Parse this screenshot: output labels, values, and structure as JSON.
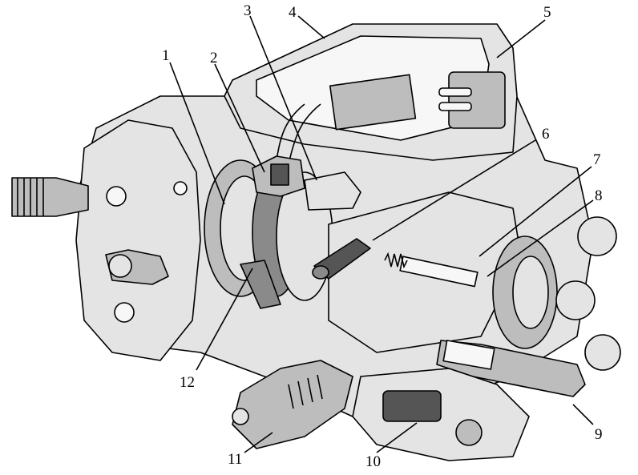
{
  "callouts": [
    {
      "id": "1",
      "text": "1"
    },
    {
      "id": "2",
      "text": "2"
    },
    {
      "id": "3",
      "text": "3"
    },
    {
      "id": "4",
      "text": "4"
    },
    {
      "id": "5",
      "text": "5"
    },
    {
      "id": "6",
      "text": "6"
    },
    {
      "id": "7",
      "text": "7"
    },
    {
      "id": "8",
      "text": "8"
    },
    {
      "id": "9",
      "text": "9"
    },
    {
      "id": "10",
      "text": "10"
    },
    {
      "id": "11",
      "text": "11"
    },
    {
      "id": "12",
      "text": "12"
    }
  ],
  "colors": {
    "line": "#000000",
    "light_fill": "#e4e4e4",
    "mid_fill": "#bdbdbd",
    "dark_fill": "#8a8a8a"
  }
}
